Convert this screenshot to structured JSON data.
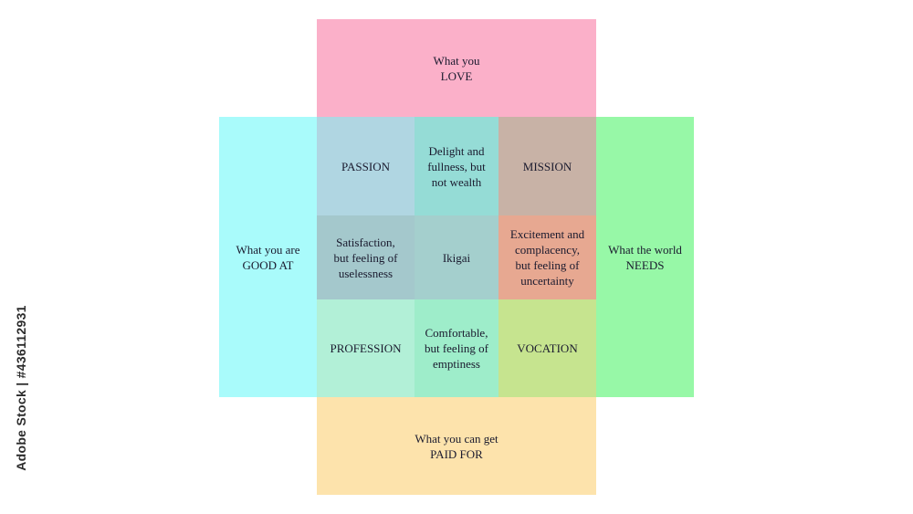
{
  "diagram": {
    "outer": {
      "love": "What you\nLOVE",
      "good_at": "What you are\nGOOD AT",
      "world_needs": "What the world\nNEEDS",
      "paid_for": "What you can get\nPAID FOR"
    },
    "inner": {
      "passion": "PASSION",
      "delight": "Delight and\nfullness, but\nnot wealth",
      "mission": "MISSION",
      "satisfaction": "Satisfaction,\nbut feeling of\nuselessness",
      "ikigai": "Ikigai",
      "excitement": "Excitement and\ncomplacency,\nbut feeling of\nuncertainty",
      "profession": "PROFESSION",
      "comfortable": "Comfortable,\nbut feeling of\nemptiness",
      "vocation": "VOCATION"
    }
  },
  "colors": {
    "love": "#fbb0c9",
    "good_at": "#a9fbfb",
    "world_needs": "#97f8a7",
    "paid_for": "#fde3ac",
    "passion": "#b0d6e2",
    "delight": "#95dcd6",
    "mission": "#c8b2a6",
    "satisfaction": "#a4c8cc",
    "ikigai": "#a4cfcd",
    "excitement": "#e7a891",
    "profession": "#b2f0d7",
    "comfortable": "#9eedca",
    "vocation": "#c6e48f"
  },
  "watermark": "Adobe Stock | #436112931"
}
